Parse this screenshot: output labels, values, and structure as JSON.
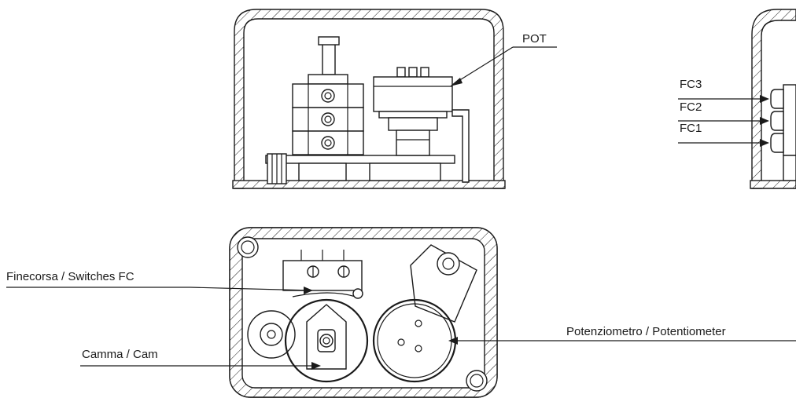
{
  "labels": {
    "pot": "POT",
    "fc3": "FC3",
    "fc2": "FC2",
    "fc1": "FC1",
    "switches": "Finecorsa / Switches FC",
    "cam": "Camma / Cam",
    "potentiometer": "Potenziometro / Potentiometer"
  },
  "colors": {
    "line": "#1a1a1a",
    "background": "#ffffff"
  }
}
